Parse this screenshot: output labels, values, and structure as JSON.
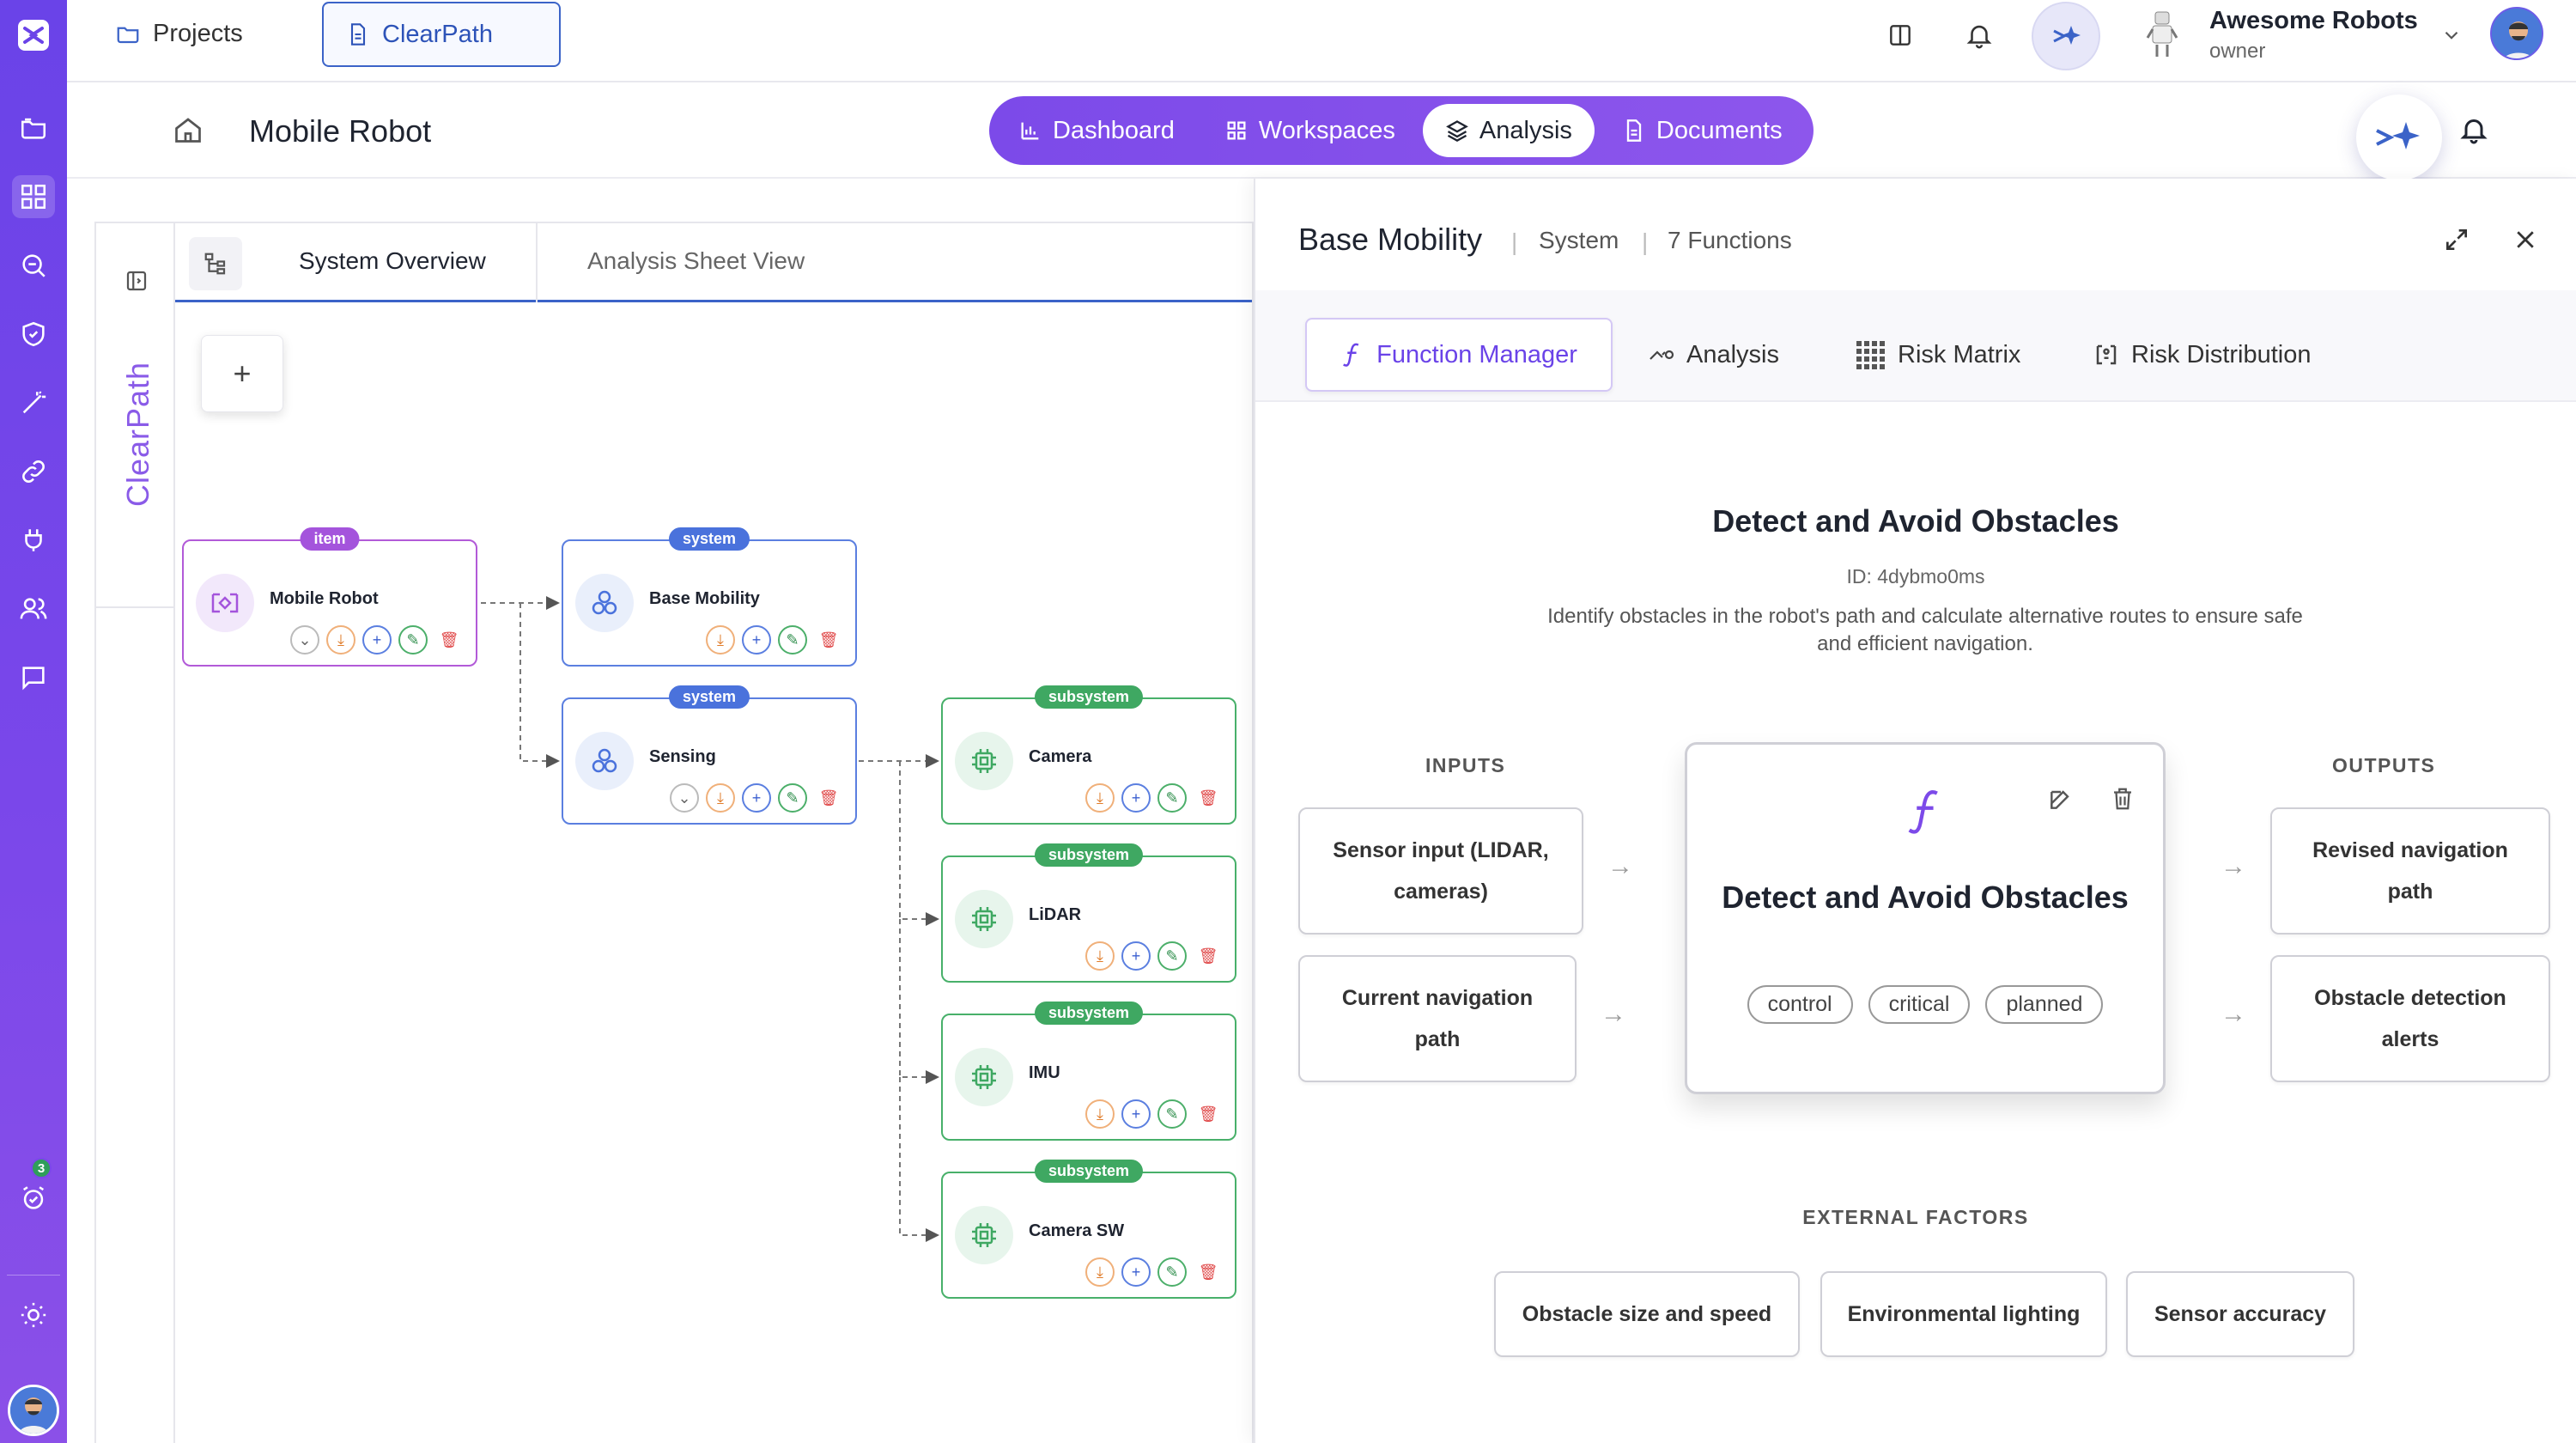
{
  "header": {
    "projects_label": "Projects",
    "project_tab_label": "ClearPath",
    "org_name": "Awesome Robots",
    "org_role": "owner"
  },
  "subheader": {
    "page_title": "Mobile Robot",
    "nav": [
      {
        "label": "Dashboard",
        "icon": "bar-chart-icon"
      },
      {
        "label": "Workspaces",
        "icon": "grid-icon"
      },
      {
        "label": "Analysis",
        "icon": "layers-icon",
        "active": true
      },
      {
        "label": "Documents",
        "icon": "document-icon"
      }
    ]
  },
  "rail": {
    "notification_count": "3",
    "accent": "#6a43e8"
  },
  "canvas": {
    "vertical_label": "ClearPath",
    "tabs": [
      {
        "label": "System Overview",
        "active": true
      },
      {
        "label": "Analysis Sheet View",
        "active": false
      }
    ],
    "add_label": "+",
    "nodes": [
      {
        "type": "item",
        "name": "Mobile Robot"
      },
      {
        "type": "system",
        "name": "Base Mobility"
      },
      {
        "type": "system",
        "name": "Sensing"
      },
      {
        "type": "subsystem",
        "name": "Camera"
      },
      {
        "type": "subsystem",
        "name": "LiDAR"
      },
      {
        "type": "subsystem",
        "name": "IMU"
      },
      {
        "type": "subsystem",
        "name": "Camera SW"
      }
    ]
  },
  "panel": {
    "title": "Base Mobility",
    "kind": "System",
    "function_count": "7 Functions",
    "tabs": [
      {
        "label": "Function Manager",
        "icon": "function-icon",
        "active": true
      },
      {
        "label": "Analysis",
        "icon": "analysis-icon"
      },
      {
        "label": "Risk Matrix",
        "icon": "matrix-icon"
      },
      {
        "label": "Risk Distribution",
        "icon": "distribution-icon"
      }
    ],
    "function": {
      "title": "Detect and Avoid Obstacles",
      "id": "ID: 4dybmo0ms",
      "description": "Identify obstacles in the robot's path and calculate alternative routes to ensure safe and efficient navigation.",
      "card_title": "Detect and Avoid Obstacles",
      "tags": [
        "control",
        "critical",
        "planned"
      ],
      "inputs_label": "INPUTS",
      "outputs_label": "OUTPUTS",
      "external_label": "EXTERNAL FACTORS",
      "inputs": [
        "Sensor input (LIDAR, cameras)",
        "Current navigation path"
      ],
      "outputs": [
        "Revised navigation path",
        "Obstacle detection alerts"
      ],
      "external": [
        "Obstacle size and speed",
        "Environmental lighting",
        "Sensor accuracy"
      ]
    }
  },
  "colors": {
    "item": "#a454dc",
    "system": "#4a72dc",
    "subsystem": "#3fa862",
    "primary": "#6a43e8"
  }
}
